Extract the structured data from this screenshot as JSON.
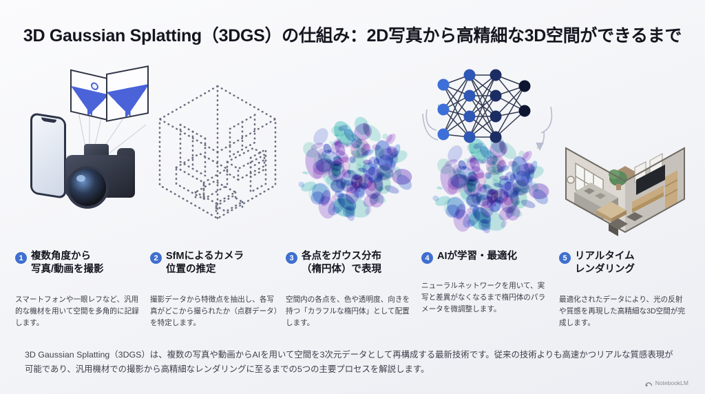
{
  "title": "3D Gaussian Splatting（3DGS）の仕組み：2D写真から高精細な3D空間ができるまで",
  "steps": [
    {
      "number": "1",
      "heading": "複数角度から\n写真/動画を撮影",
      "heading_line1": "複数角度から",
      "heading_line2": "写真/動画を撮影",
      "description": "スマートフォンや一眼レフなど、汎用的な機材を用いて空間を多角的に記録します。",
      "art": "smartphone-dslr-photos-illustration"
    },
    {
      "number": "2",
      "heading_line1": "SfMによるカメラ",
      "heading_line2": "位置の推定",
      "description": "撮影データから特徴点を抽出し、各写真がどこから撮られたか（点群データ）を特定します。",
      "art": "point-cloud-room-wireframe"
    },
    {
      "number": "3",
      "heading_line1": "各点をガウス分布",
      "heading_line2": "（楕円体）で表現",
      "description": "空間内の各点を、色や透明度、向きを持つ「カラフルな楕円体」として配置します。",
      "art": "colorful-gaussian-ellipsoids"
    },
    {
      "number": "4",
      "heading_line1": "AIが学習・最適化",
      "heading_line2": "",
      "description": "ニューラルネットワークを用いて、実写と差異がなくなるまで楕円体のパラメータを微調整します。",
      "art": "neural-network-over-splats"
    },
    {
      "number": "5",
      "heading_line1": "リアルタイム",
      "heading_line2": "レンダリング",
      "description": "最適化されたデータにより、光の反射や質感を再現した高精細な3D空間が完成します。",
      "art": "photorealistic-isometric-room"
    }
  ],
  "summary": "3D Gaussian Splatting（3DGS）は、複数の写真や動画からAIを用いて空間を3次元データとして再構成する最新技術です。従来の技術よりも高速かつリアルな質感表現が可能であり、汎用機材での撮影から高精細なレンダリングに至るまでの5つの主要プロセスを解説します。",
  "watermark": {
    "label": "NotebookLM",
    "icon": "notebooklm-icon"
  },
  "colors": {
    "badge": "#3f6fcf",
    "title": "#15151f",
    "body_text": "#3e3e4a",
    "accent_blue": "#4a63d8",
    "splat_blue": "#8b9fe8",
    "splat_teal": "#6fd4d0",
    "splat_purple": "#a07fd8",
    "nn_node_light": "#3d6fd9",
    "nn_node_dark": "#0d1530",
    "background": "#f4f5f8"
  }
}
